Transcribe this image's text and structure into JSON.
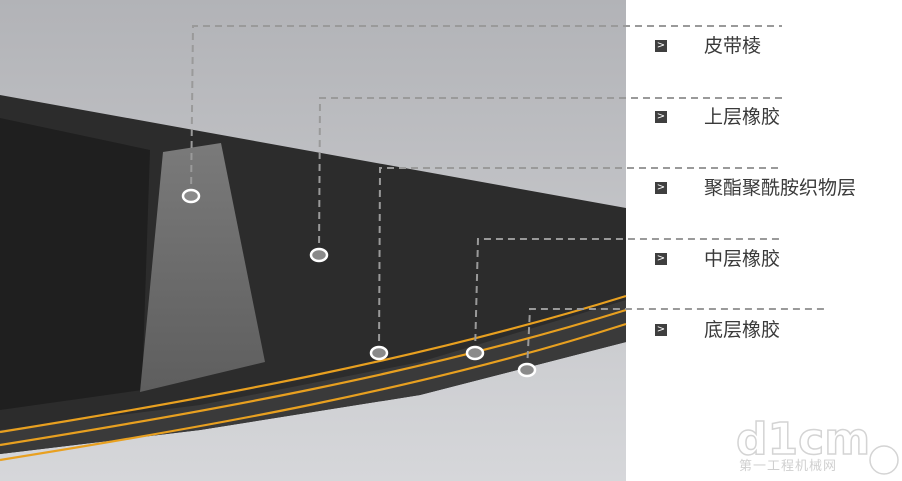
{
  "labels": [
    {
      "marker": ">",
      "text": "皮带棱"
    },
    {
      "marker": ">",
      "text": "上层橡胶"
    },
    {
      "marker": ">",
      "text": "聚酯聚酰胺织物层"
    },
    {
      "marker": ">",
      "text": "中层橡胶"
    },
    {
      "marker": ">",
      "text": "底层橡胶"
    }
  ],
  "watermark": {
    "logo": "d1cm",
    "caption": "第一工程机械网"
  },
  "colors": {
    "background_left": "#c4c5c8",
    "background_right": "#ffffff",
    "belt_body": "#2b2b2b",
    "belt_rib": "#6c6c6c",
    "fabric_layer": "#e59a1d",
    "leader_line": "#9a9a9a"
  }
}
